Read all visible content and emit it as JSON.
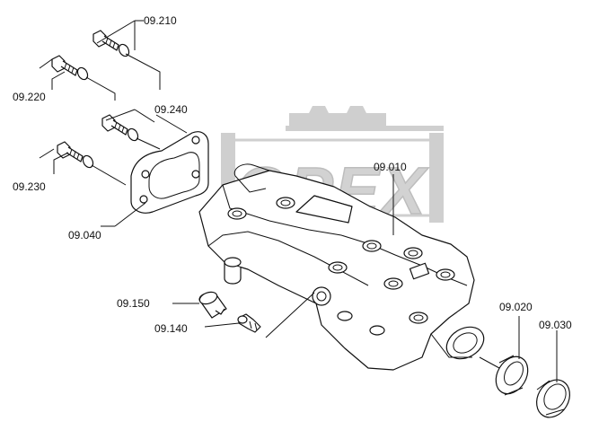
{
  "watermark": {
    "text": "OPEX"
  },
  "labels": {
    "p09_210": "09.210",
    "p09_220": "09.220",
    "p09_240": "09.240",
    "p09_230": "09.230",
    "p09_040": "09.040",
    "p09_010": "09.010",
    "p09_150": "09.150",
    "p09_140": "09.140",
    "p09_020": "09.020",
    "p09_030": "09.030"
  }
}
